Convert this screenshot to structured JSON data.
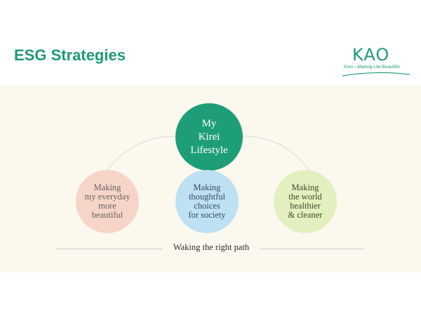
{
  "title": "ESG Strategies",
  "brand": {
    "name": "KAO",
    "tagline": "Kirei—Making Life Beautiful",
    "color": "#1f9a73"
  },
  "diagram": {
    "center": "My\nKirei\nLifestyle",
    "pillars": [
      {
        "label": "Making\nmy everyday\nmore\nbeautiful",
        "color": "#f6d5c8"
      },
      {
        "label": "Making\nthoughtful\nchoices\nfor society",
        "color": "#bde0f2"
      },
      {
        "label": "Making\nthe world\nhealthier\n& cleaner",
        "color": "#e4efbf"
      }
    ],
    "footer": "Waking the right path",
    "center_color": "#1e9e78",
    "panel_color": "#fbf8ee"
  }
}
